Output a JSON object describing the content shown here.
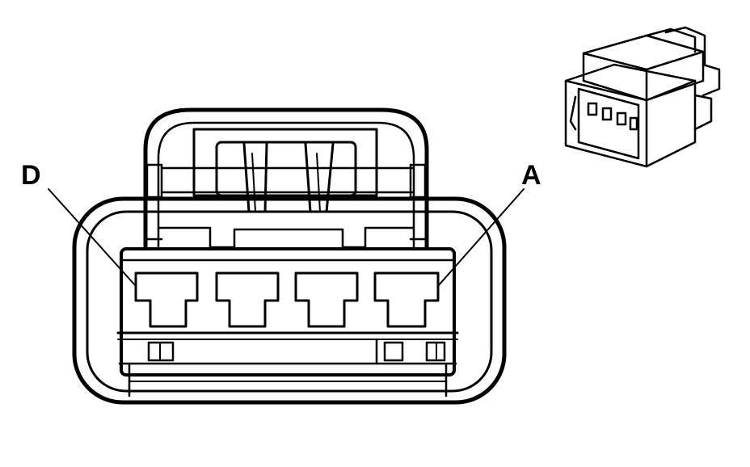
{
  "labels": {
    "left_pin": "D",
    "right_pin": "A"
  },
  "colors": {
    "stroke": "#000000",
    "background": "#ffffff"
  },
  "cavity_count": 4
}
